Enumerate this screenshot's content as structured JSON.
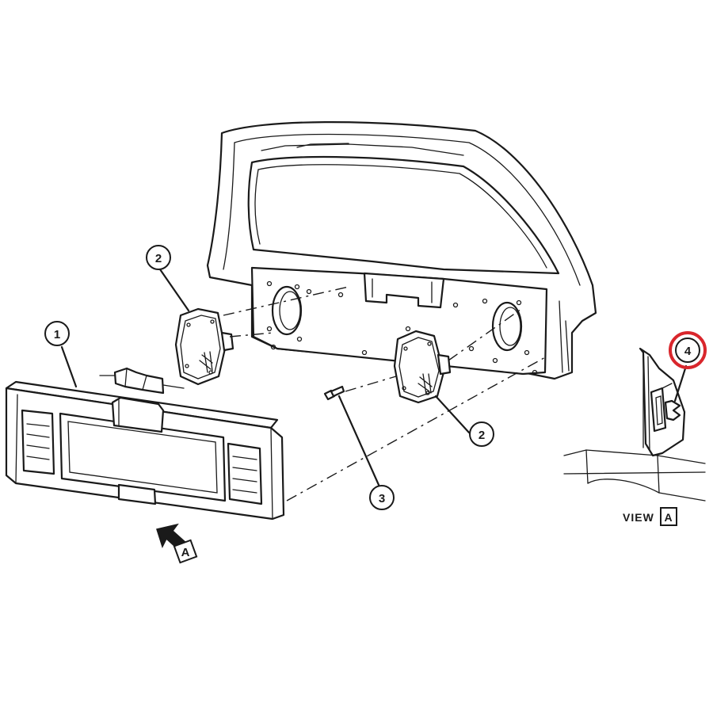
{
  "callouts": {
    "one": "1",
    "two_left": "2",
    "two_right": "2",
    "three": "3",
    "four": "4"
  },
  "view": {
    "label": "VIEW",
    "letter": "A"
  },
  "arrow_letter": "A",
  "colors": {
    "highlight": "#d9262c",
    "ink": "#1a1a1a"
  }
}
